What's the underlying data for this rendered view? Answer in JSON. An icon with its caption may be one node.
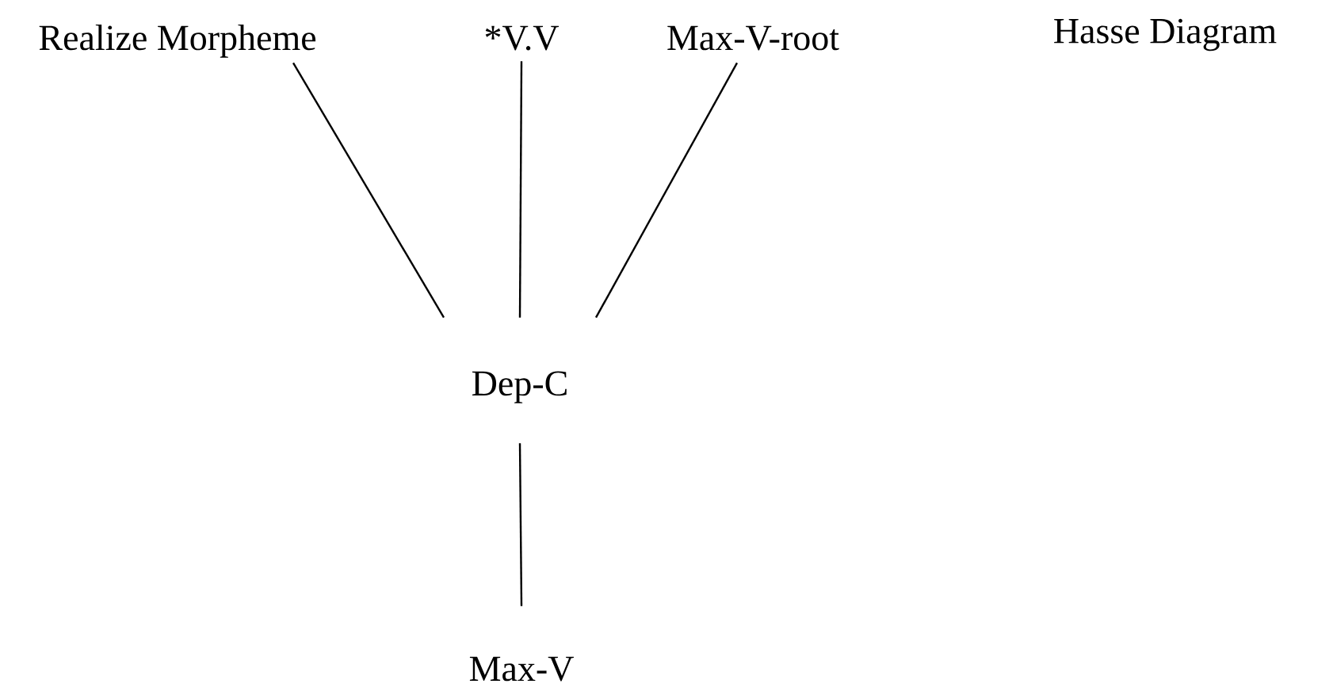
{
  "diagram": {
    "title": "Hasse Diagram",
    "nodes": [
      {
        "text": [
          "Realize Morpheme"
        ]
      },
      {
        "text": [
          "*V.V"
        ]
      },
      {
        "text": [
          "Max-V-root"
        ]
      },
      {
        "text": [
          "Dep-C"
        ]
      },
      {
        "text": [
          "Max-V"
        ]
      }
    ],
    "edges": [
      {
        "from": 0,
        "to": 3,
        "arrow": "none"
      },
      {
        "from": 1,
        "to": 3,
        "arrow": "none"
      },
      {
        "from": 2,
        "to": 3,
        "arrow": "none"
      },
      {
        "from": 3,
        "to": 4,
        "arrow": "none"
      }
    ]
  }
}
